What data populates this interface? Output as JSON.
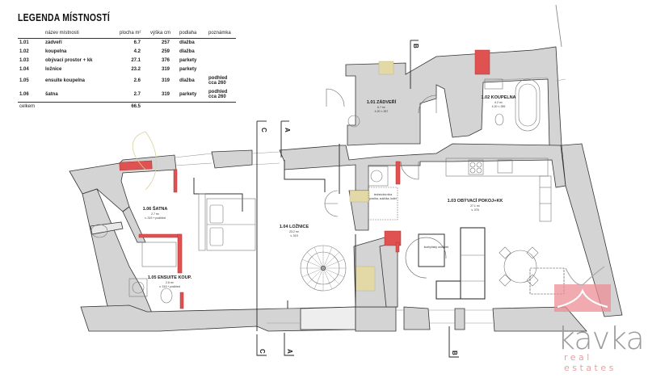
{
  "legend": {
    "title": "LEGENDA MÍSTNOSTÍ",
    "columns": [
      "",
      "název místnosti",
      "plocha m²",
      "výška cm",
      "podlaha",
      "poznámka"
    ],
    "rows": [
      {
        "id": "1.01",
        "name": "zádveří",
        "area": "6.7",
        "height": "257",
        "floor": "dlažba",
        "note": ""
      },
      {
        "id": "1.02",
        "name": "koupelna",
        "area": "4.2",
        "height": "259",
        "floor": "dlažba",
        "note": ""
      },
      {
        "id": "1.03",
        "name": "obývací prostor + kk",
        "area": "27.1",
        "height": "376",
        "floor": "parkety",
        "note": ""
      },
      {
        "id": "1.04",
        "name": "ložnice",
        "area": "23.2",
        "height": "319",
        "floor": "parkety",
        "note": ""
      },
      {
        "id": "1.05",
        "name": "ensuite koupelna",
        "area": "2.6",
        "height": "319",
        "floor": "dlažba",
        "note": "podhled cca 260"
      },
      {
        "id": "1.06",
        "name": "šatna",
        "area": "2.7",
        "height": "319",
        "floor": "parkety",
        "note": "podhled cca 260"
      }
    ],
    "total_label": "celkem",
    "total_area": "66.5"
  },
  "rooms": {
    "r101": {
      "label": "1.01 ZÁDVEŘÍ",
      "area": "6.7 m²",
      "dims": "4.20 × 257"
    },
    "r102": {
      "label": "1.02 KOUPELNA",
      "area": "4.2 m²",
      "dims": "4.20 × 259"
    },
    "r103": {
      "label": "1.03 OBÝVACÍ POKOJ+KK",
      "area": "27.1 m²",
      "dims": "v. 376"
    },
    "r104": {
      "label": "1.04 LOŽNICE",
      "area": "23.2 m²",
      "dims": "v. 319"
    },
    "r105": {
      "label": "1.05 ENSUITE KOUP.",
      "area": "2.6 m²",
      "dims": "v. 319 + podhled"
    },
    "r106": {
      "label": "1.06 ŠATNA",
      "area": "2.7 m²",
      "dims": "v. 319 + podhled"
    }
  },
  "annotations": {
    "tech_niche_1": "technická niha",
    "tech_niche_2": "pračka, sušička, kotel",
    "kitchen_island": "kuchyňský ostrůvek"
  },
  "sections": {
    "a": "A",
    "b": "B",
    "c": "C"
  },
  "brand": {
    "name": "kavka",
    "tagline": "real estates"
  },
  "colors": {
    "wall": "#d4d4d4",
    "new_wall": "#e05252",
    "demolish": "#e3d9a6",
    "brand_pink": "#ec8e96"
  }
}
